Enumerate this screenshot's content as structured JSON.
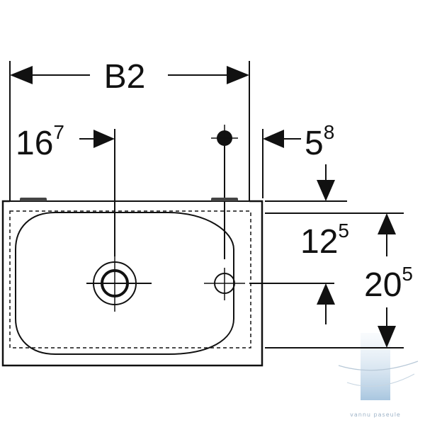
{
  "labels": {
    "width_label": "B2",
    "tap_offset_main": "16",
    "tap_offset_sup": "7",
    "right_offset_main": "5",
    "right_offset_sup": "8",
    "depth_main": "12",
    "depth_sup": "5",
    "height_main": "20",
    "height_sup": "5"
  },
  "watermark": {
    "text": "vannu paseule"
  },
  "colors": {
    "line": "#111111",
    "watermark": "#9fb4c8"
  }
}
